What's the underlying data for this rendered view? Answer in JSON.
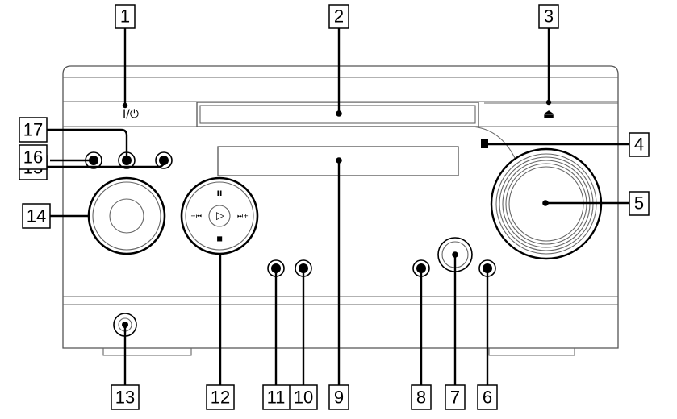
{
  "panel_labels": {
    "power": "I/⏻",
    "eject": "⏏"
  },
  "transport_symbols": {
    "pause": "II",
    "prev": "−⏮",
    "play": "▷",
    "next": "⏭+",
    "stop": "■"
  },
  "callouts": [
    {
      "id": "c1",
      "label": "1"
    },
    {
      "id": "c2",
      "label": "2"
    },
    {
      "id": "c3",
      "label": "3"
    },
    {
      "id": "c4",
      "label": "4"
    },
    {
      "id": "c5",
      "label": "5"
    },
    {
      "id": "c6",
      "label": "6"
    },
    {
      "id": "c7",
      "label": "7"
    },
    {
      "id": "c8",
      "label": "8"
    },
    {
      "id": "c9",
      "label": "9"
    },
    {
      "id": "c10",
      "label": "10"
    },
    {
      "id": "c11",
      "label": "11"
    },
    {
      "id": "c12",
      "label": "12"
    },
    {
      "id": "c13",
      "label": "13"
    },
    {
      "id": "c14",
      "label": "14"
    },
    {
      "id": "c15",
      "label": "15"
    },
    {
      "id": "c16",
      "label": "16"
    },
    {
      "id": "c17",
      "label": "17"
    }
  ]
}
